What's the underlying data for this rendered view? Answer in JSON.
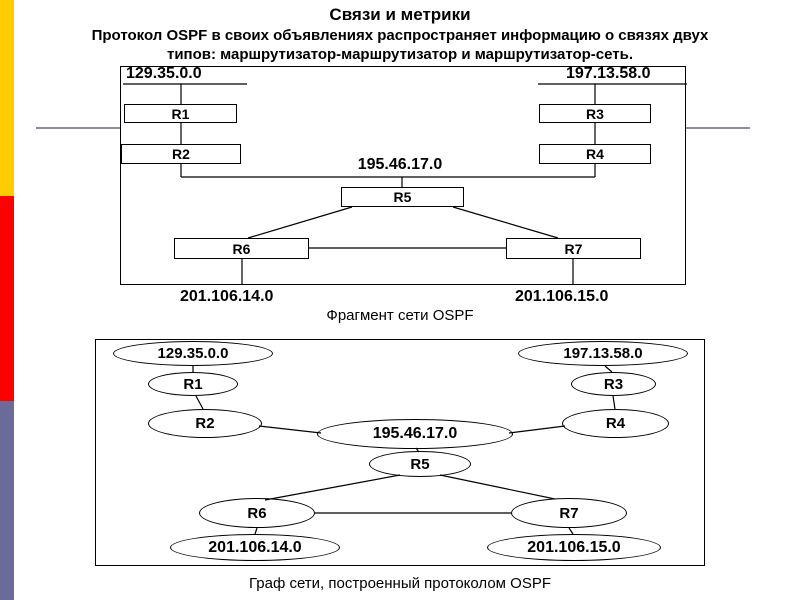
{
  "slide": {
    "title": "Связи и метрики",
    "subtitle": "Протокол OSPF в своих объявлениях распространяет информацию о связях двух типов: маршрутизатор-маршрутизатор и маршрутизатор-сеть.",
    "fragment_caption": "Фрагмент сети OSPF",
    "graph_caption": "Граф сети, построенный протоколом OSPF"
  },
  "fragment": {
    "net_top_left": "129.35.0.0",
    "net_top_right": "197.13.58.0",
    "net_middle": "195.46.17.0",
    "net_bottom_left": "201.106.14.0",
    "net_bottom_right": "201.106.15.0",
    "r1": "R1",
    "r2": "R2",
    "r3": "R3",
    "r4": "R4",
    "r5": "R5",
    "r6": "R6",
    "r7": "R7"
  },
  "graph": {
    "net_top_left": "129.35.0.0",
    "net_top_right": "197.13.58.0",
    "net_middle": "195.46.17.0",
    "net_bottom_left": "201.106.14.0",
    "net_bottom_right": "201.106.15.0",
    "r1": "R1",
    "r2": "R2",
    "r3": "R3",
    "r4": "R4",
    "r5": "R5",
    "r6": "R6",
    "r7": "R7"
  },
  "colors": {
    "bar_yellow": "#FFCC00",
    "bar_red": "#FF0000",
    "bar_slate": "#6B6B99",
    "divider": "#8C8CA8",
    "line": "#000000",
    "background": "#FFFFFF"
  }
}
